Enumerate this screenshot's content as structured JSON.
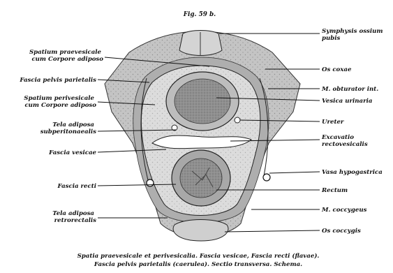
{
  "figure_label": "Fig. 59 b.",
  "labels_left": [
    {
      "id": "spatium-praevesicale",
      "lines": [
        "Spatium praevesicale",
        "cum Corpore adiposo"
      ]
    },
    {
      "id": "fascia-pelvis-parietalis",
      "lines": [
        "Fascia pelvis parietalis"
      ]
    },
    {
      "id": "spatium-perivesicale",
      "lines": [
        "Spatium perivesicale",
        "cum Corpore adiposo"
      ]
    },
    {
      "id": "tela-adiposa-subperitonaealis",
      "lines": [
        "Tela adiposa",
        "subperitonaealis"
      ]
    },
    {
      "id": "fascia-vesicae",
      "lines": [
        "Fascia vesicae"
      ]
    },
    {
      "id": "fascia-recti",
      "lines": [
        "Fascia recti"
      ]
    },
    {
      "id": "tela-adiposa-retrorectalis",
      "lines": [
        "Tela adiposa",
        "retrorectalis"
      ]
    }
  ],
  "labels_right": [
    {
      "id": "symphysis-ossium-pubis",
      "lines": [
        "Symphysis ossium",
        "pubis"
      ]
    },
    {
      "id": "os-coxae",
      "lines": [
        "Os coxae"
      ]
    },
    {
      "id": "m-obturator-int",
      "lines": [
        "M. obturator int."
      ]
    },
    {
      "id": "vesica-urinaria",
      "lines": [
        "Vesica urinaria"
      ]
    },
    {
      "id": "ureter",
      "lines": [
        "Ureter"
      ]
    },
    {
      "id": "excavatio-rectovesicalis",
      "lines": [
        "Excavatio",
        "rectovesicalis"
      ]
    },
    {
      "id": "vasa-hypogastrica",
      "lines": [
        "Vasa hypogastrica"
      ]
    },
    {
      "id": "rectum",
      "lines": [
        "Rectum"
      ]
    },
    {
      "id": "m-coccygeus",
      "lines": [
        "M. coccygeus"
      ]
    },
    {
      "id": "os-coccygis",
      "lines": [
        "Os coccygis"
      ]
    }
  ],
  "caption": [
    "Spatia praevesicale et perivesicalia. Fascia vesicae, Fascia recti (flavae).",
    "Fascia pelvis parietalis (caerulea). Sectio transversa. Schema."
  ],
  "colors": {
    "muscle": "#b8b8b8",
    "fat": "#dedede",
    "bone": "#cdcdcd",
    "organ": "#9a9a9a",
    "line": "#111111"
  }
}
